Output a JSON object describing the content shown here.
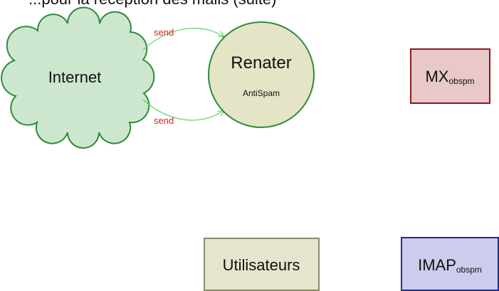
{
  "caption": "...pour la reception des mails (suite)",
  "nodes": {
    "internet": {
      "label": "Internet"
    },
    "renater": {
      "title": "Renater",
      "subtitle": "AntiSpam"
    },
    "mx": {
      "main": "MX",
      "sub": "obspm"
    },
    "utilisateurs": {
      "label": "Utilisateurs"
    },
    "imap": {
      "main": "IMAP",
      "sub": "obspm"
    }
  },
  "edges": [
    {
      "from": "internet",
      "to": "renater",
      "label": "send"
    },
    {
      "from": "internet",
      "to": "renater",
      "label": "send"
    }
  ],
  "colors": {
    "cloud_fill": "#cde7cf",
    "cloud_stroke": "#2e8b3a",
    "circle_fill": "#e6e4c6",
    "circle_stroke": "#2e8b3a",
    "arrow": "#5bd065",
    "edge_label": "#e0201c",
    "mx_fill": "#e8c8c8",
    "mx_stroke": "#8b1a1a",
    "util_fill": "#e6e4cf",
    "util_stroke": "#8a8a6a",
    "imap_fill": "#ccccec",
    "imap_stroke": "#2a2a8a"
  }
}
